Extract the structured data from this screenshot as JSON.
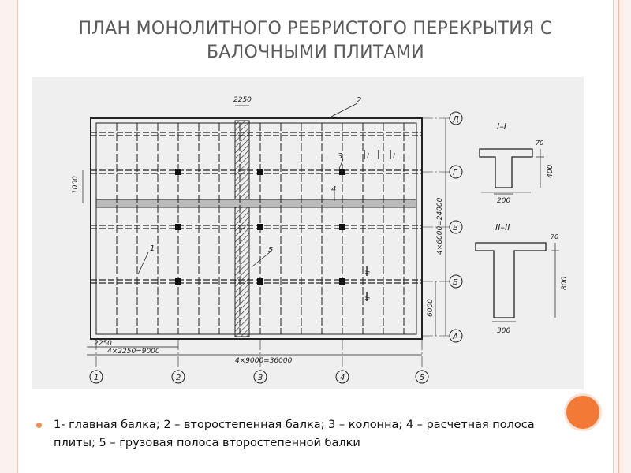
{
  "slide": {
    "title_line1": "ПЛАН МОНОЛИТНОГО РЕБРИСТОГО ПЕРЕКРЫТИЯ С",
    "title_line2": "БАЛОЧНЫМИ ПЛИТАМИ",
    "caption": "1- главная балка; 2 – второстепенная балка; 3 – колонна; 4 – расчетная полоса плиты; 5 – грузовая полоса второстепенной балки",
    "accent_color": "#f37a36"
  },
  "drawing": {
    "dim_top": "2250",
    "dim_left_vertical": "1000",
    "dim_left_bottom": "2250",
    "dim_bottom_left": "4×2250=9000",
    "dim_bottom_main": "4×9000=36000",
    "dim_right_total": "4×6000=24000",
    "dim_right_bottom": "6000",
    "row_axes": [
      "Д",
      "Г",
      "В",
      "Б",
      "А"
    ],
    "col_axes": [
      "1",
      "2",
      "3",
      "4",
      "5"
    ],
    "callouts": [
      "1",
      "2",
      "3",
      "4",
      "5"
    ],
    "section_marks": [
      "I",
      "I",
      "II",
      "II"
    ],
    "section1": {
      "title": "I–I",
      "dim_flange": "70",
      "dim_height": "400",
      "dim_width": "200"
    },
    "section2": {
      "title": "II–II",
      "dim_flange": "70",
      "dim_height": "800",
      "dim_width": "300"
    }
  }
}
